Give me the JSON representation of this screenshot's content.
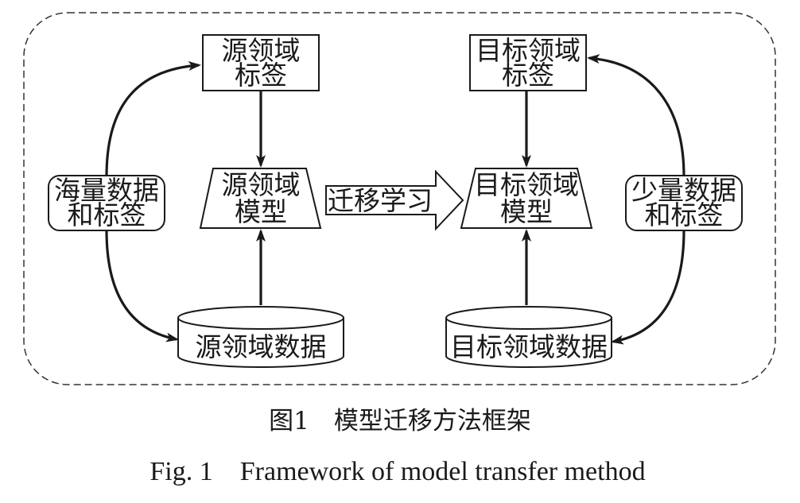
{
  "diagram": {
    "source_label_box": {
      "line1": "源领域",
      "line2": "标签"
    },
    "target_label_box": {
      "line1": "目标领域",
      "line2": "标签"
    },
    "source_model": {
      "line1": "源领域",
      "line2": "模型"
    },
    "target_model": {
      "line1": "目标领域",
      "line2": "模型"
    },
    "transfer_arrow": "迁移学习",
    "source_data": "源领域数据",
    "target_data": "目标领域数据",
    "left_loop": {
      "line1": "海量数据",
      "line2": "和标签"
    },
    "right_loop": {
      "line1": "少量数据",
      "line2": "和标签"
    }
  },
  "caption": {
    "zh": "图1　模型迁移方法框架",
    "en": "Fig. 1　Framework of model transfer method"
  }
}
